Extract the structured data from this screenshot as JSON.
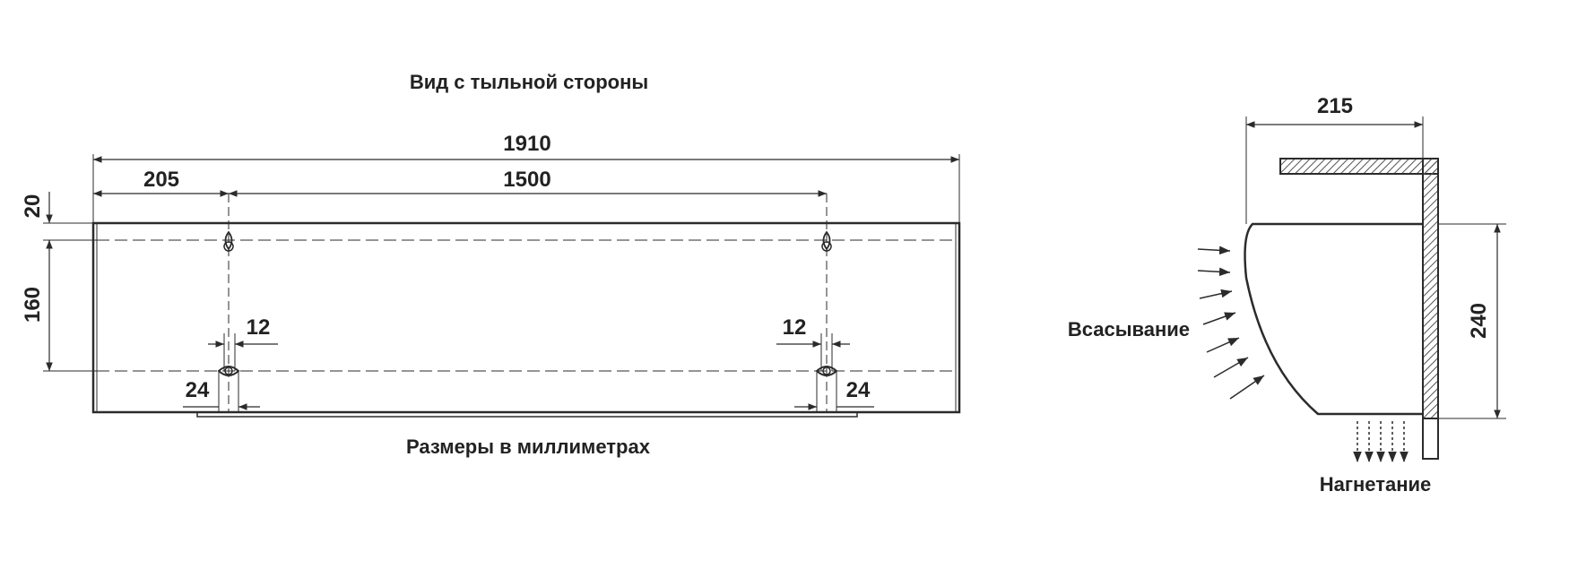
{
  "back_view": {
    "title": "Вид с тыльной стороны",
    "footer": "Размеры в миллиметрах",
    "dims": {
      "total_width": "1910",
      "left_offset": "205",
      "hole_spacing": "1500",
      "top_offset": "20",
      "vertical_spacing": "160",
      "slot_width_left": "12",
      "slot_width_right": "12",
      "slot_length_left": "24",
      "slot_length_right": "24"
    }
  },
  "side_view": {
    "depth": "215",
    "height": "240",
    "intake_label": "Всасывание",
    "discharge_label": "Нагнетание"
  },
  "colors": {
    "line": "#2b2b2b",
    "hatch": "#555555"
  }
}
